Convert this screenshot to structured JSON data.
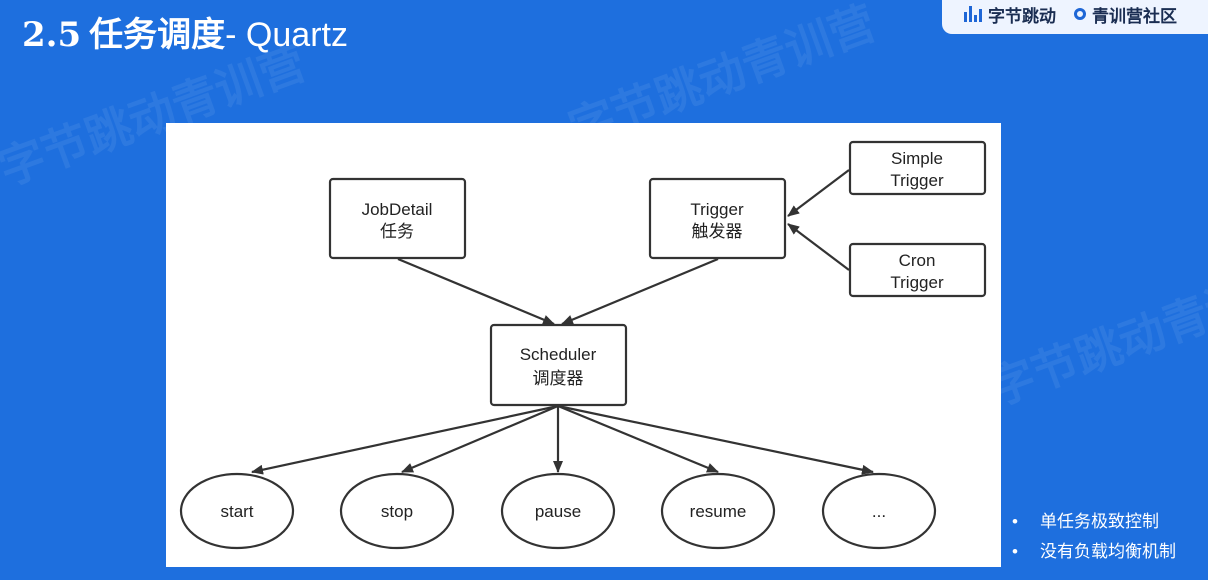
{
  "slide": {
    "number": "2.5",
    "title_zh": "任务调度",
    "title_en": "- Quartz"
  },
  "logos": [
    {
      "label": "字节跳动",
      "icon": "bytedance-bars-icon"
    },
    {
      "label": "青训营社区",
      "icon": "ring-icon"
    }
  ],
  "watermark_text": "字节跳动青训营",
  "diagram": {
    "nodes": {
      "jobdetail": [
        "JobDetail",
        "任务"
      ],
      "trigger": [
        "Trigger",
        "触发器"
      ],
      "simple_trigger": [
        "Simple",
        "Trigger"
      ],
      "cron_trigger": [
        "Cron",
        "Trigger"
      ],
      "scheduler": [
        "Scheduler",
        "调度器"
      ]
    },
    "actions": [
      "start",
      "stop",
      "pause",
      "resume",
      "..."
    ]
  },
  "bullets": [
    "单任务极致控制",
    "没有负载均衡机制"
  ],
  "colors": {
    "background": "#1e6fde",
    "panel": "#ffffff",
    "stroke": "#333333"
  }
}
